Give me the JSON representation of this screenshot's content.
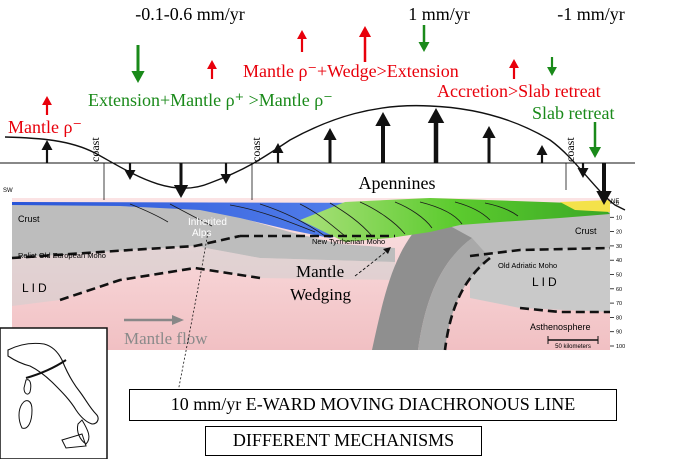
{
  "rates": {
    "left": "-0.1-0.6 mm/yr",
    "middle": "1 mm/yr",
    "right": "-1 mm/yr"
  },
  "mechanisms": {
    "mantle_rho_minus": "Mantle ρ⁻",
    "extension_mantle": "Extension+Mantle ρ⁺ >Mantle ρ⁻",
    "mantle_wedge_extension": "Mantle ρ⁻+Wedge>Extension",
    "accretion": "Accretion>Slab retreat",
    "slab_retreat": "Slab retreat"
  },
  "profile_labels": {
    "coast": "coast",
    "apennines": "Apennines"
  },
  "section_labels": {
    "sw": "SW",
    "ne": "NE",
    "crust_left": "Crust",
    "crust_right": "Crust",
    "inherited_alps": "Inherited\nAlps",
    "relict_moho": "Relict Old European Moho",
    "tyrrhenian_moho": "New Tyrrhenian Moho",
    "adriatic_moho": "Old Adriatic Moho",
    "lid_left": "LID",
    "lid_right": "LID",
    "mantle_wedging": "Mantle\nWedging",
    "asthenosphere": "Asthenosphere",
    "mantle_flow": "Mantle flow",
    "scale": "50 kilometers"
  },
  "depth_ticks": [
    "0",
    "10",
    "20",
    "30",
    "40",
    "50",
    "60",
    "70",
    "80",
    "90",
    "100"
  ],
  "captions": {
    "moving_line": "10 mm/yr E-WARD MOVING DIACHRONOUS LINE",
    "different": "DIFFERENT MECHANISMS"
  },
  "colors": {
    "red": "#e8000b",
    "green": "#1a8a1a",
    "lid_pink": "#f2c4c6",
    "crust_gray": "#b3b3b3",
    "slab_gray": "#8c8c8c",
    "basin_blue": "#1f4fd8",
    "orogen_green": "#4cbf2a"
  }
}
